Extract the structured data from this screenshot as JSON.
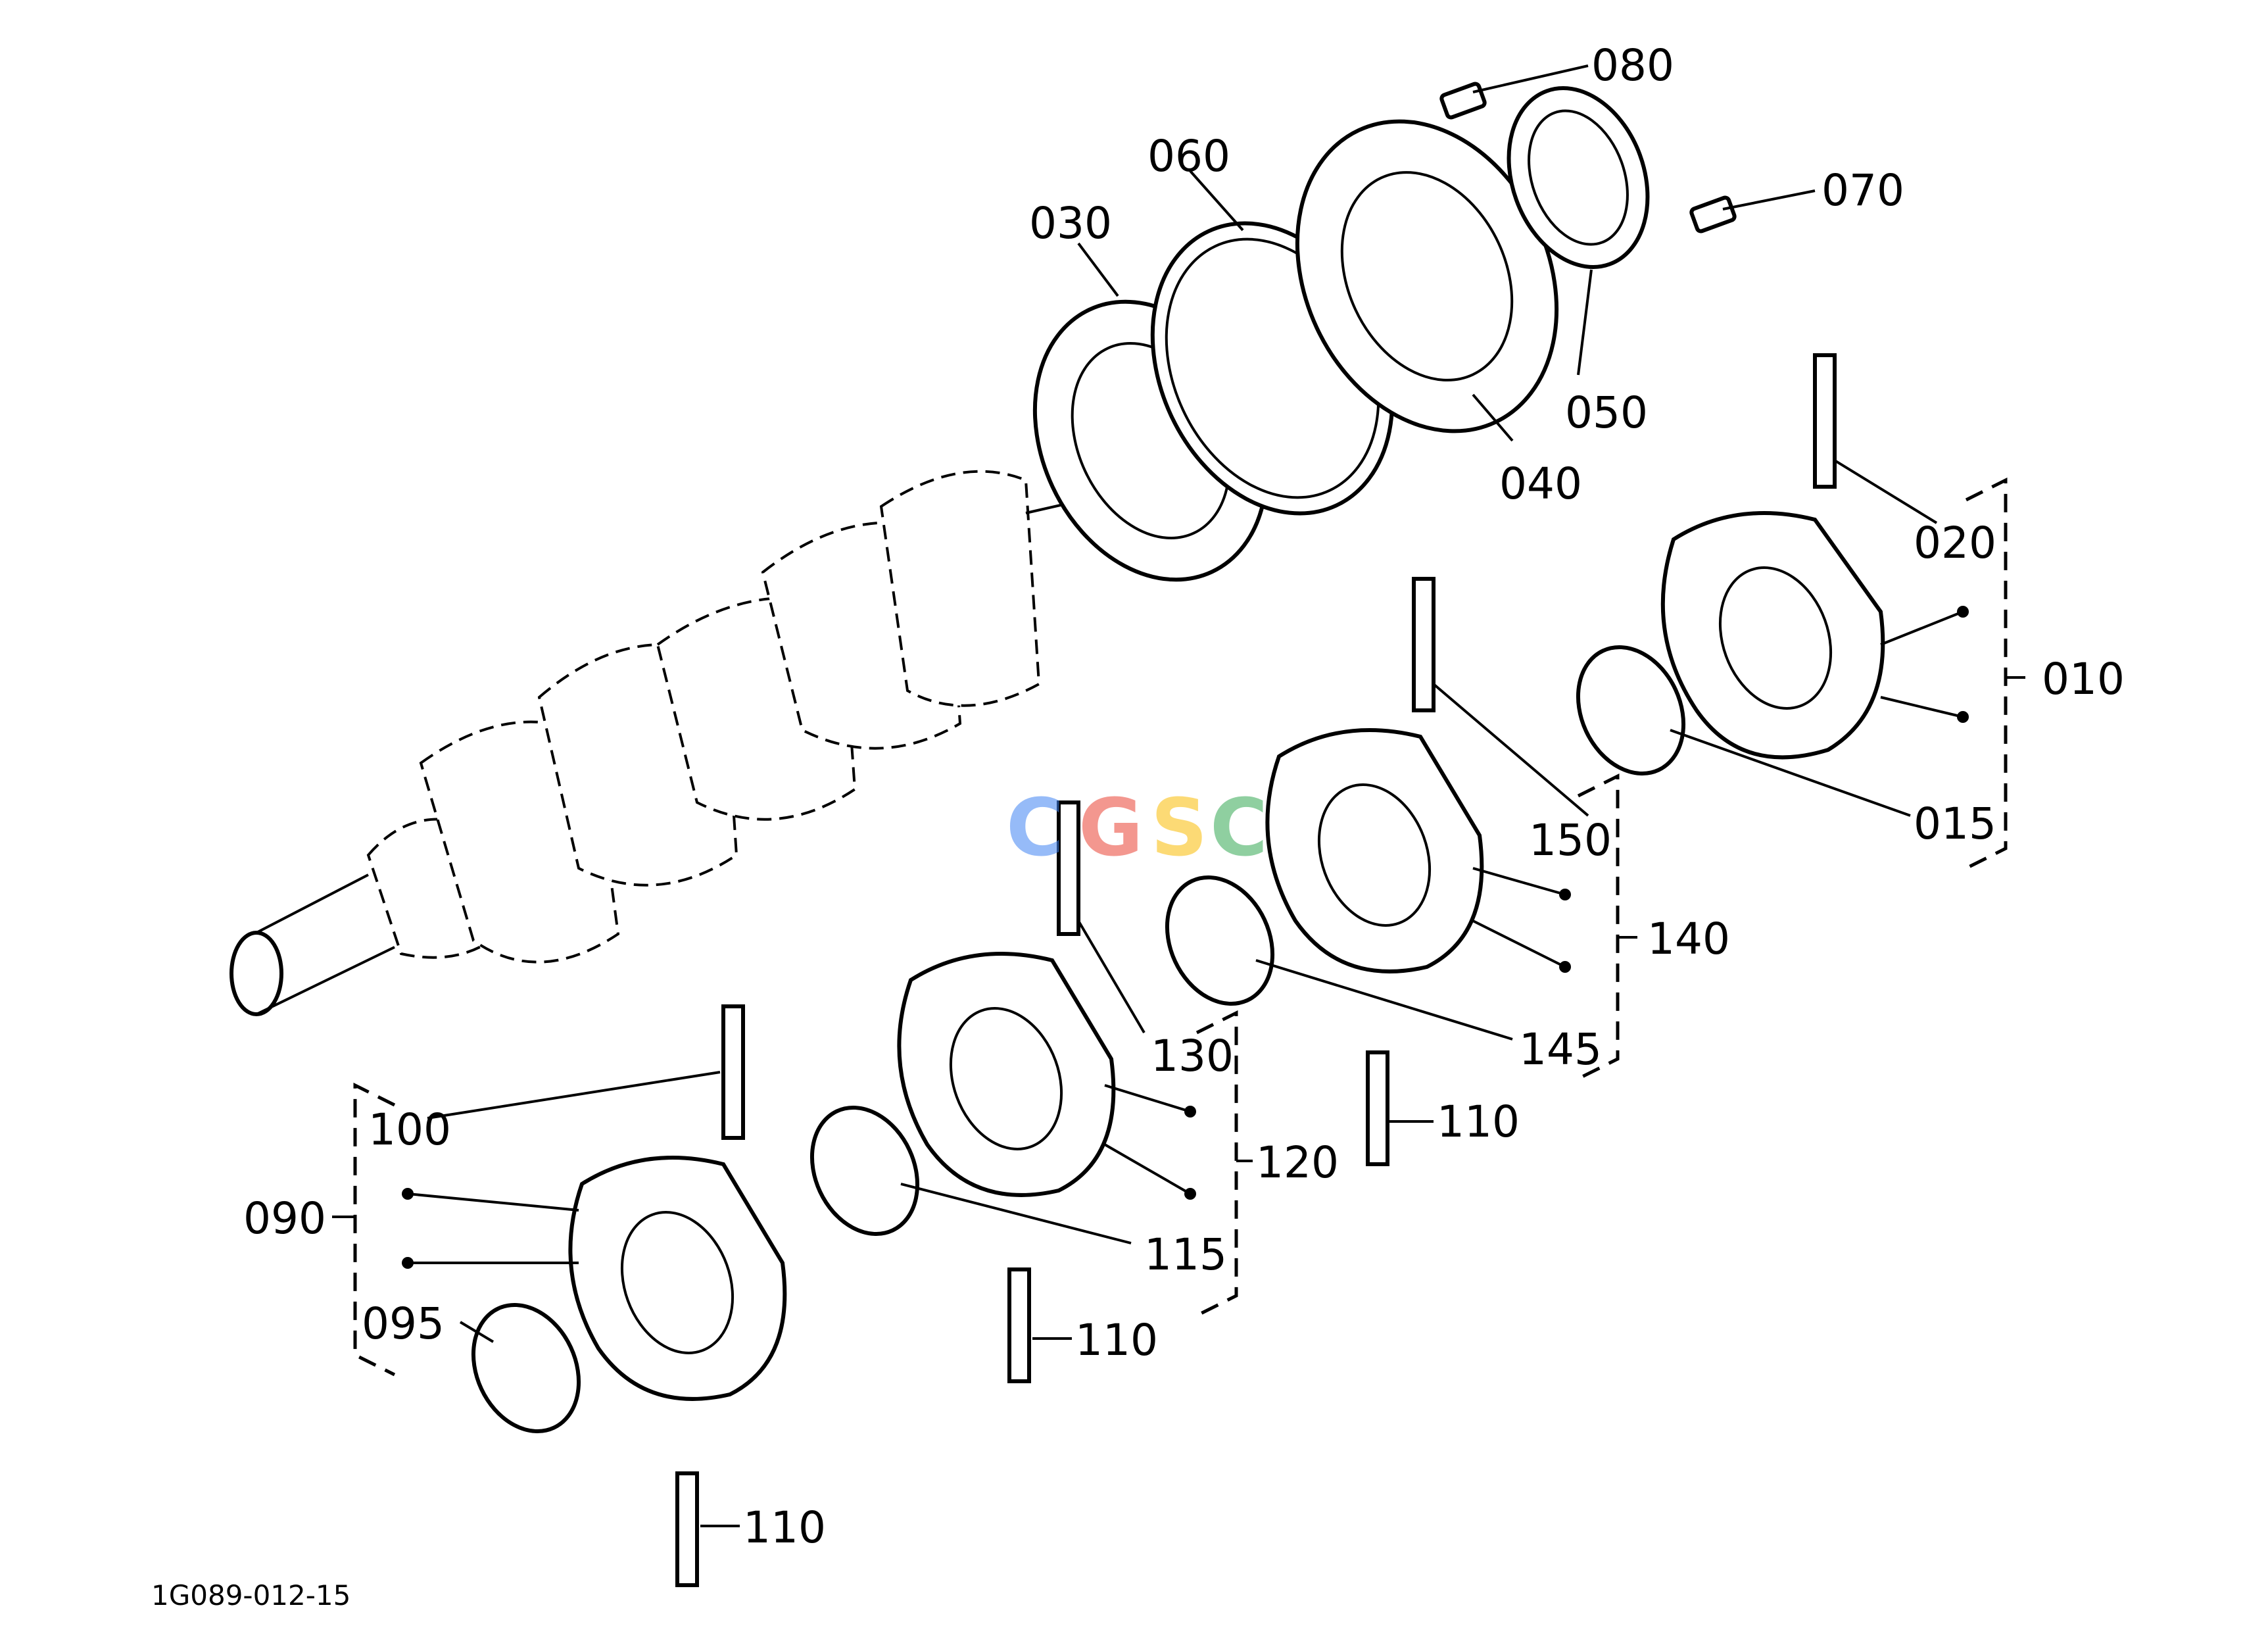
{
  "drawing_number": "1G089-012-15",
  "watermark": {
    "letters": [
      "C",
      "G",
      "S",
      "C"
    ],
    "colors": [
      "#4285F4",
      "#EA4335",
      "#FBBC05",
      "#34A853"
    ]
  },
  "parts": {
    "p080": "080",
    "p070": "070",
    "p060": "060",
    "p050": "050",
    "p040": "040",
    "p030": "030",
    "p020": "020",
    "p010": "010",
    "p015": "015",
    "p150": "150",
    "p140": "140",
    "p145": "145",
    "p130": "130",
    "p120": "120",
    "p115": "115",
    "p100": "100",
    "p090": "090",
    "p095": "095",
    "p110a": "110",
    "p110b": "110",
    "p110c": "110"
  }
}
